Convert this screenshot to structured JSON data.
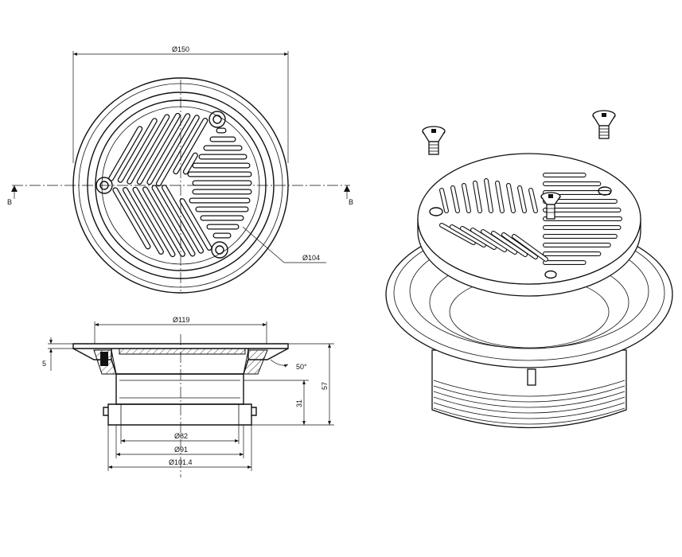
{
  "labels": {
    "top_dia": "Ø150",
    "grate_dia": "Ø104",
    "section_left": "B",
    "section_right": "B",
    "flange_dia": "Ø119",
    "flange_thk": "5",
    "angle": "50°",
    "height_total": "57",
    "height_body": "31",
    "inner_dia": "Ø82",
    "outer_dia": "Ø91",
    "thread_dia": "Ø101.4"
  }
}
